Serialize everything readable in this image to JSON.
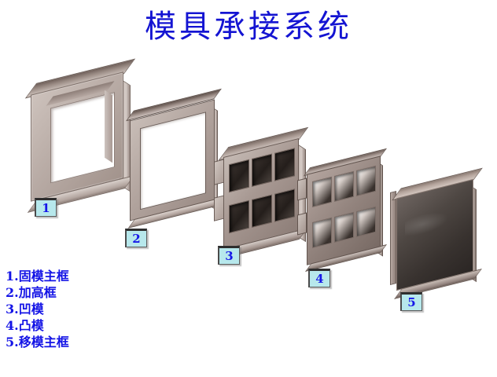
{
  "page": {
    "title": "模具承接系统",
    "background_color": "#ffffff",
    "title_color": "#1414d2",
    "accent_color": "#1616e8",
    "callout_fill": "#b7e8ec"
  },
  "legend": {
    "items": [
      {
        "number": "1",
        "label": "1.固模主框"
      },
      {
        "number": "2",
        "label": "2.加高框"
      },
      {
        "number": "3",
        "label": "3.凹模"
      },
      {
        "number": "4",
        "label": "4.凸模"
      },
      {
        "number": "5",
        "label": "5.移模主框"
      }
    ]
  },
  "callouts": [
    {
      "id": "1",
      "text": "1"
    },
    {
      "id": "2",
      "text": "2"
    },
    {
      "id": "3",
      "text": "3"
    },
    {
      "id": "4",
      "text": "4"
    },
    {
      "id": "5",
      "text": "5"
    }
  ],
  "parts": [
    {
      "index": "1",
      "name": "固模主框",
      "type": "thick-hollow-frame"
    },
    {
      "index": "2",
      "name": "加高框",
      "type": "thin-hollow-frame"
    },
    {
      "index": "3",
      "name": "凹模",
      "type": "cavity-block-6-pockets"
    },
    {
      "index": "4",
      "name": "凸模",
      "type": "punch-plate-6-openings"
    },
    {
      "index": "5",
      "name": "移模主框",
      "type": "solid-plate"
    }
  ]
}
